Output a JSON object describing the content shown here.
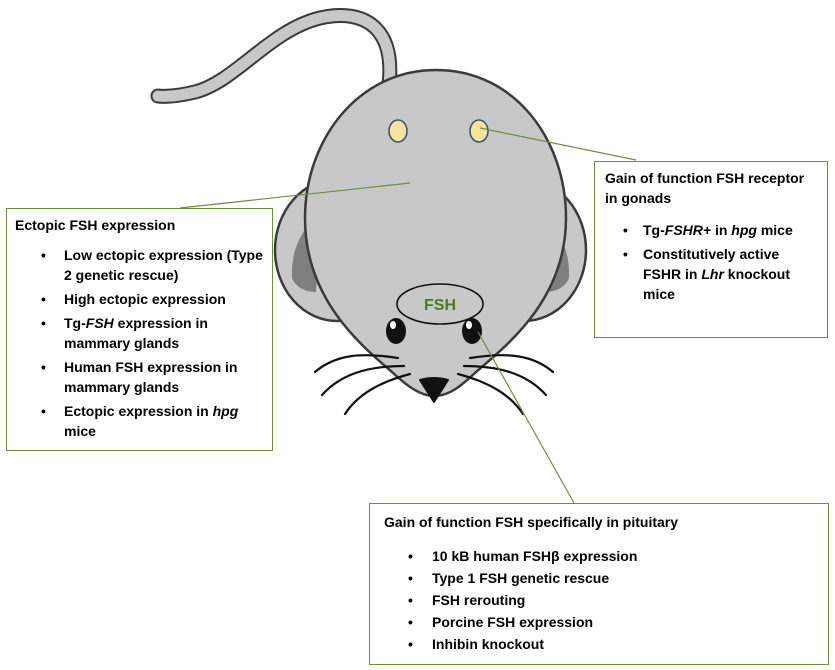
{
  "colors": {
    "mouse_body": "#c8c8c8",
    "mouse_outline": "#3a3a3a",
    "ear_inner": "#7f7f7f",
    "eye_spot": "#f7e39a",
    "box_border": "#6b8f3a",
    "connector": "#6b8f3a",
    "fsh_text": "#4e7a1f"
  },
  "fsh_label": "FSH",
  "ectopic": {
    "title": "Ectopic FSH expression",
    "items": [
      {
        "parts": [
          {
            "text": "Low ectopic expression (Type 2 genetic rescue)"
          }
        ]
      },
      {
        "parts": [
          {
            "text": "High ectopic expression"
          }
        ]
      },
      {
        "parts": [
          {
            "text": "Tg-"
          },
          {
            "text": "FSH",
            "italic": true
          },
          {
            "text": " expression in mammary glands"
          }
        ]
      },
      {
        "parts": [
          {
            "text": "Human FSH expression in mammary glands"
          }
        ]
      },
      {
        "parts": [
          {
            "text": "Ectopic expression in "
          },
          {
            "text": "hpg",
            "italic": true
          },
          {
            "text": " mice"
          }
        ]
      }
    ]
  },
  "gonads": {
    "title": "Gain of function FSH receptor in gonads",
    "items": [
      {
        "parts": [
          {
            "text": "Tg-"
          },
          {
            "text": "FSHR+",
            "italic": true
          },
          {
            "text": " in "
          },
          {
            "text": "hpg",
            "italic": true
          },
          {
            "text": " mice"
          }
        ]
      },
      {
        "parts": [
          {
            "text": "Constitutively active FSHR in "
          },
          {
            "text": "Lhr",
            "italic": true
          },
          {
            "text": " knockout mice"
          }
        ]
      }
    ]
  },
  "pituitary": {
    "title": "Gain of function FSH specifically in pituitary",
    "items": [
      {
        "parts": [
          {
            "text": "10 kB human FSHβ expression"
          }
        ]
      },
      {
        "parts": [
          {
            "text": "Type 1 FSH genetic rescue"
          }
        ]
      },
      {
        "parts": [
          {
            "text": "FSH rerouting"
          }
        ]
      },
      {
        "parts": [
          {
            "text": "Porcine FSH expression"
          }
        ]
      },
      {
        "parts": [
          {
            "text": "Inhibin knockout"
          }
        ]
      }
    ]
  }
}
